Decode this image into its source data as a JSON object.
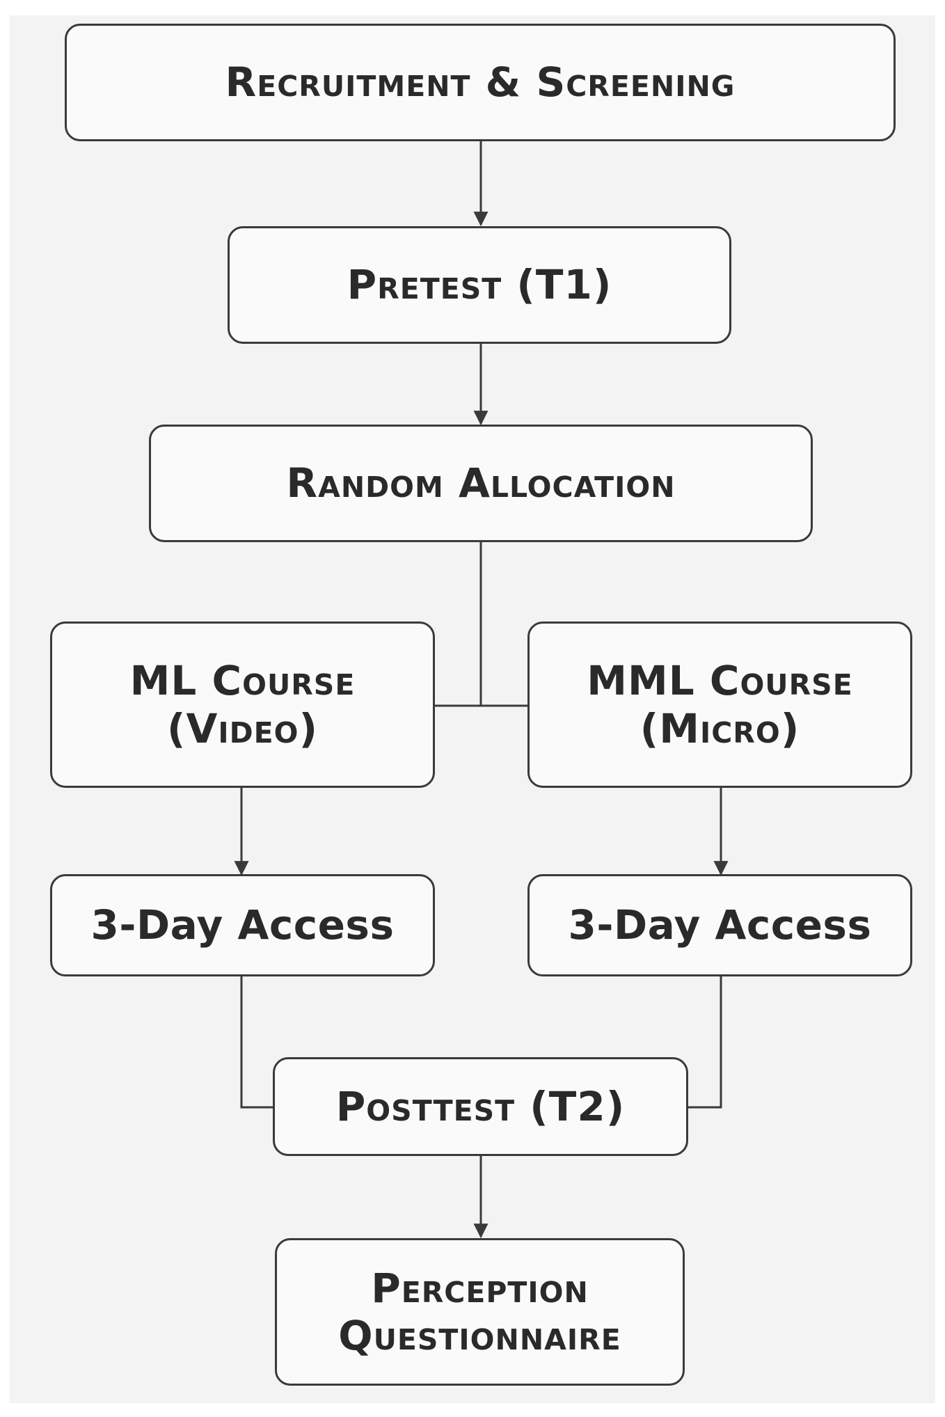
{
  "diagram": {
    "nodes": {
      "recruitment": "Recruitment & Screening",
      "pretest": "Pretest (T1)",
      "allocation": "Random Allocation",
      "ml_course_line1": "ML Course",
      "ml_course_line2": "(Video)",
      "mml_course_line1": "MML Course",
      "mml_course_line2": "(Micro)",
      "access_left": "3-Day Access",
      "access_right": "3-Day Access",
      "posttest": "Posttest (T2)",
      "perception_line1": "Perception",
      "perception_line2": "Questionnaire"
    },
    "colors": {
      "panel_background": "#f3f3f3",
      "node_fill": "#fafafa",
      "stroke": "#3a3a3a",
      "text": "#2a2a2a"
    }
  }
}
